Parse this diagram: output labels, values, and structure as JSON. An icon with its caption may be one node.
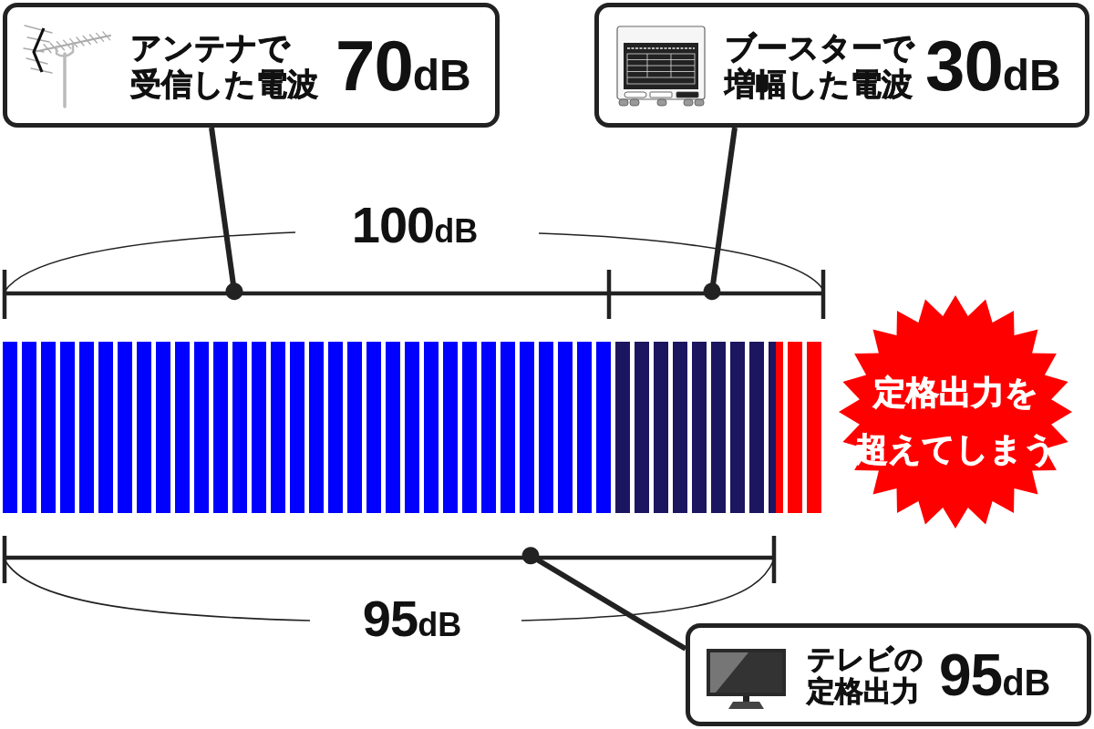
{
  "diagram": {
    "nodes": [
      {
        "text": [
          "アンテナで受信した電波",
          "70dB"
        ]
      },
      {
        "text": [
          "ブースターで増幅した電波",
          "30dB"
        ]
      },
      {
        "text": [],
        "shape": "line"
      },
      {
        "text": [],
        "shape": "line"
      },
      {
        "text": [
          "定格出力を超えてしまう"
        ]
      },
      {
        "text": [],
        "shape": "line"
      },
      {
        "text": [
          "テレビの定格出力",
          "95dB"
        ]
      }
    ],
    "edges": [
      {
        "from": 0,
        "to": 2,
        "arrow": "other"
      },
      {
        "from": 1,
        "to": 3,
        "arrow": "other"
      },
      {
        "from": 6,
        "to": 5,
        "arrow": "other"
      }
    ],
    "labels": [
      "100dB",
      "95dB"
    ]
  }
}
